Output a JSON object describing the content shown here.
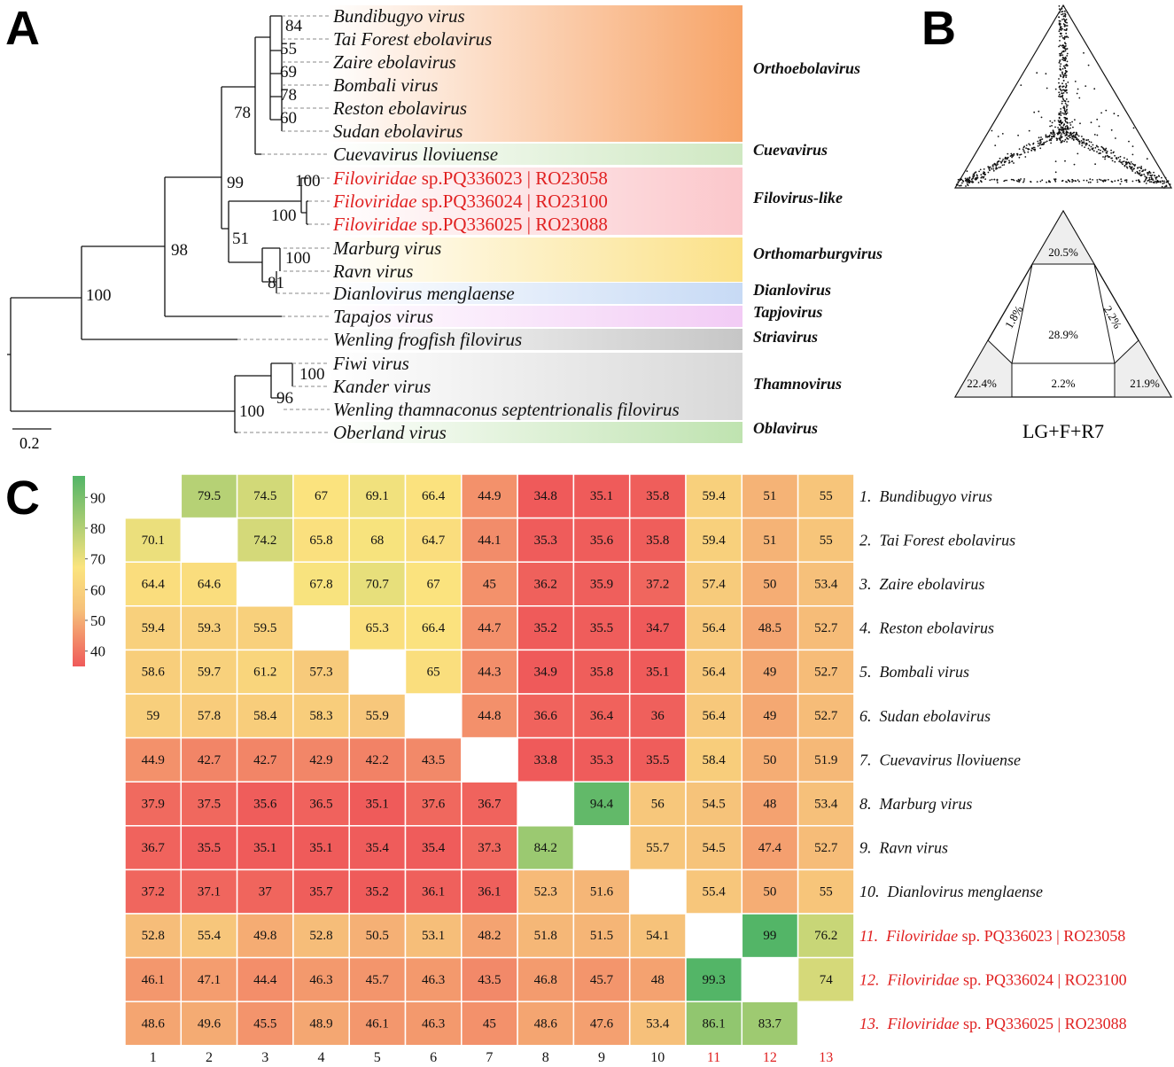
{
  "panels": {
    "a": "A",
    "b": "B",
    "c": "C"
  },
  "tree": {
    "scale_label": "0.2",
    "taxa": [
      {
        "id": "bundibugyo",
        "parts": [
          {
            "t": "Bundibugyo virus",
            "i": true
          }
        ],
        "red": false
      },
      {
        "id": "taiforest",
        "parts": [
          {
            "t": "Tai Forest ebolavirus",
            "i": true
          }
        ],
        "red": false
      },
      {
        "id": "zaire",
        "parts": [
          {
            "t": "Zaire ebolavirus",
            "i": true
          }
        ],
        "red": false
      },
      {
        "id": "bombali",
        "parts": [
          {
            "t": "Bombali virus",
            "i": true
          }
        ],
        "red": false
      },
      {
        "id": "reston",
        "parts": [
          {
            "t": "Reston ebolavirus",
            "i": true
          }
        ],
        "red": false
      },
      {
        "id": "sudan",
        "parts": [
          {
            "t": "Sudan ebolavirus",
            "i": true
          }
        ],
        "red": false
      },
      {
        "id": "cueva",
        "parts": [
          {
            "t": "Cuevavirus lloviuense",
            "i": true
          }
        ],
        "red": false
      },
      {
        "id": "pq23",
        "parts": [
          {
            "t": "Filoviridae",
            "i": true
          },
          {
            "t": " sp.PQ336023 | RO23058",
            "i": false
          }
        ],
        "red": true
      },
      {
        "id": "pq24",
        "parts": [
          {
            "t": "Filoviridae",
            "i": true
          },
          {
            "t": " sp.PQ336024 | RO23100",
            "i": false
          }
        ],
        "red": true
      },
      {
        "id": "pq25",
        "parts": [
          {
            "t": "Filoviridae",
            "i": true
          },
          {
            "t": " sp.PQ336025 | RO23088",
            "i": false
          }
        ],
        "red": true
      },
      {
        "id": "marburg",
        "parts": [
          {
            "t": "Marburg virus",
            "i": true
          }
        ],
        "red": false
      },
      {
        "id": "ravn",
        "parts": [
          {
            "t": "Ravn virus",
            "i": true
          }
        ],
        "red": false
      },
      {
        "id": "dianlo",
        "parts": [
          {
            "t": "Dianlovirus menglaense",
            "i": true
          }
        ],
        "red": false
      },
      {
        "id": "tapajos",
        "parts": [
          {
            "t": "Tapajos virus",
            "i": true
          }
        ],
        "red": false
      },
      {
        "id": "wenfrog",
        "parts": [
          {
            "t": "Wenling frogfish filovirus",
            "i": true
          }
        ],
        "red": false
      },
      {
        "id": "fiwi",
        "parts": [
          {
            "t": "Fiwi virus",
            "i": true
          }
        ],
        "red": false
      },
      {
        "id": "kander",
        "parts": [
          {
            "t": "Kander virus",
            "i": true
          }
        ],
        "red": false
      },
      {
        "id": "wenthamn",
        "parts": [
          {
            "t": "Wenling thamnaconus septentrionalis filovirus",
            "i": true
          }
        ],
        "red": false
      },
      {
        "id": "oberland",
        "parts": [
          {
            "t": "Oberland virus",
            "i": true
          }
        ],
        "red": false
      }
    ],
    "supports": [
      "84",
      "55",
      "69",
      "78",
      "60",
      "78",
      "99",
      "100",
      "100",
      "51",
      "100",
      "81",
      "98",
      "100",
      "100",
      "96",
      "100"
    ],
    "groups": [
      {
        "label": "Orthoebolavirus",
        "color": "#f7a468"
      },
      {
        "label": "Cuevavirus",
        "color": "#cfe8c2"
      },
      {
        "label": "Filovirus-like",
        "color": "#fbc7cb"
      },
      {
        "label": "Orthomarburgvirus",
        "color": "#fbe188"
      },
      {
        "label": "Dianlovirus",
        "color": "#c7daf5"
      },
      {
        "label": "Tapjovirus",
        "color": "#f2cbf5"
      },
      {
        "label": "Striavirus",
        "color": "#c6c6c6"
      },
      {
        "label": "Thamnovirus",
        "color": "#d8d8d8"
      },
      {
        "label": "Oblavirus",
        "color": "#bfe3b0"
      }
    ]
  },
  "likelihood_mapping": {
    "model_label": "LG+F+R7",
    "percentages": {
      "top": "20.5%",
      "center": "28.9%",
      "left_side": "1.8%",
      "right_side": "2.2%",
      "bottom_left": "22.4%",
      "bottom_middle": "2.2%",
      "bottom_right": "21.9%"
    }
  },
  "heatmap": {
    "colorbar_ticks": [
      "90",
      "80",
      "70",
      "60",
      "50",
      "40"
    ],
    "colorscale": {
      "min": 35,
      "max": 97,
      "colors": [
        "#ef5a5a",
        "#f6c17a",
        "#fbe47e",
        "#53b567"
      ]
    },
    "row_labels": [
      {
        "num": "1.",
        "parts": [
          {
            "t": "Bundibugyo virus",
            "i": true
          }
        ],
        "red": false
      },
      {
        "num": "2.",
        "parts": [
          {
            "t": "Tai Forest ebolavirus",
            "i": true
          }
        ],
        "red": false
      },
      {
        "num": "3.",
        "parts": [
          {
            "t": "Zaire ebolavirus",
            "i": true
          }
        ],
        "red": false
      },
      {
        "num": "4.",
        "parts": [
          {
            "t": "Reston ebolavirus",
            "i": true
          }
        ],
        "red": false
      },
      {
        "num": "5.",
        "parts": [
          {
            "t": "Bombali virus",
            "i": true
          }
        ],
        "red": false
      },
      {
        "num": "6.",
        "parts": [
          {
            "t": "Sudan ebolavirus",
            "i": true
          }
        ],
        "red": false
      },
      {
        "num": "7.",
        "parts": [
          {
            "t": "Cuevavirus lloviuense",
            "i": true
          }
        ],
        "red": false
      },
      {
        "num": "8.",
        "parts": [
          {
            "t": "Marburg virus",
            "i": true
          }
        ],
        "red": false
      },
      {
        "num": "9.",
        "parts": [
          {
            "t": "Ravn virus",
            "i": true
          }
        ],
        "red": false
      },
      {
        "num": "10.",
        "parts": [
          {
            "t": "Dianlovirus menglaense",
            "i": true
          }
        ],
        "red": false
      },
      {
        "num": "11.",
        "parts": [
          {
            "t": "Filoviridae",
            "i": true
          },
          {
            "t": " sp. PQ336023 | RO23058",
            "i": false
          }
        ],
        "red": true
      },
      {
        "num": "12.",
        "parts": [
          {
            "t": "Filoviridae",
            "i": true
          },
          {
            "t": " sp. PQ336024 | RO23100",
            "i": false
          }
        ],
        "red": true
      },
      {
        "num": "13.",
        "parts": [
          {
            "t": "Filoviridae",
            "i": true
          },
          {
            "t": " sp. PQ336025 | RO23088",
            "i": false
          }
        ],
        "red": true
      }
    ],
    "col_labels": [
      "1",
      "2",
      "3",
      "4",
      "5",
      "6",
      "7",
      "8",
      "9",
      "10",
      "11",
      "12",
      "13"
    ],
    "red_cols": [
      11,
      12,
      13
    ],
    "matrix": [
      [
        null,
        79.5,
        74.5,
        67,
        69.1,
        66.4,
        44.9,
        34.8,
        35.1,
        35.8,
        59.4,
        51,
        55
      ],
      [
        70.1,
        null,
        74.2,
        65.8,
        68,
        64.7,
        44.1,
        35.3,
        35.6,
        35.8,
        59.4,
        51,
        55
      ],
      [
        64.4,
        64.6,
        null,
        67.8,
        70.7,
        67,
        45,
        36.2,
        35.9,
        37.2,
        57.4,
        50,
        53.4
      ],
      [
        59.4,
        59.3,
        59.5,
        null,
        65.3,
        66.4,
        44.7,
        35.2,
        35.5,
        34.7,
        56.4,
        48.5,
        52.7
      ],
      [
        58.6,
        59.7,
        61.2,
        57.3,
        null,
        65,
        44.3,
        34.9,
        35.8,
        35.1,
        56.4,
        49,
        52.7
      ],
      [
        59,
        57.8,
        58.4,
        58.3,
        55.9,
        null,
        44.8,
        36.6,
        36.4,
        36,
        56.4,
        49,
        52.7
      ],
      [
        44.9,
        42.7,
        42.7,
        42.9,
        42.2,
        43.5,
        null,
        33.8,
        35.3,
        35.5,
        58.4,
        50,
        51.9
      ],
      [
        37.9,
        37.5,
        35.6,
        36.5,
        35.1,
        37.6,
        36.7,
        null,
        94.4,
        56,
        54.5,
        48,
        53.4
      ],
      [
        36.7,
        35.5,
        35.1,
        35.1,
        35.4,
        35.4,
        37.3,
        84.2,
        null,
        55.7,
        54.5,
        47.4,
        52.7
      ],
      [
        37.2,
        37.1,
        37,
        35.7,
        35.2,
        36.1,
        36.1,
        52.3,
        51.6,
        null,
        55.4,
        50,
        55
      ],
      [
        52.8,
        55.4,
        49.8,
        52.8,
        50.5,
        53.1,
        48.2,
        51.8,
        51.5,
        54.1,
        null,
        99,
        76.2
      ],
      [
        46.1,
        47.1,
        44.4,
        46.3,
        45.7,
        46.3,
        43.5,
        46.8,
        45.7,
        48,
        99.3,
        null,
        74
      ],
      [
        48.6,
        49.6,
        45.5,
        48.9,
        46.1,
        46.3,
        45,
        48.6,
        47.6,
        53.4,
        86.1,
        83.7,
        null
      ]
    ]
  }
}
